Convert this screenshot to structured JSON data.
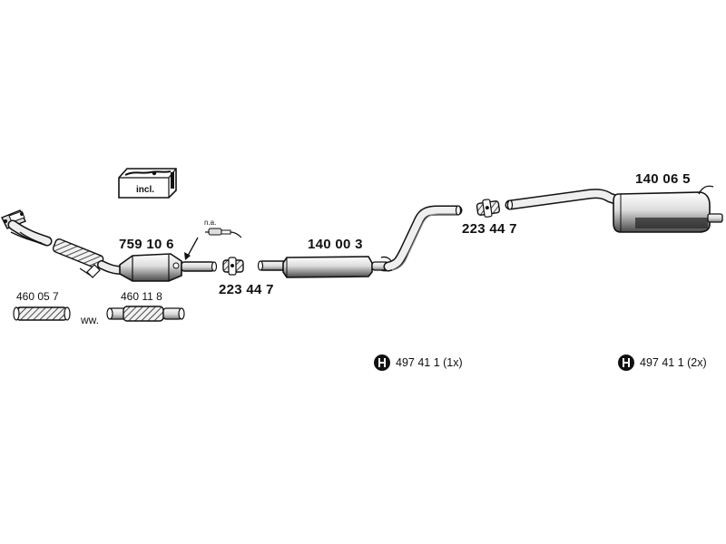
{
  "parts": {
    "catalytic_converter": "759 10 6",
    "incl": "incl.",
    "sensor_note": "n.a.",
    "clamp_front": "223 44 7",
    "middle_silencer": "140 00 3",
    "clamp_rear": "223 44 7",
    "rear_silencer": "140 06 5",
    "flex_pipe_1": "460 05 7",
    "flex_pipe_2": "460 11 8",
    "alt_note": "ww."
  },
  "mounting": {
    "ref1": "497 41 1 (1x)",
    "ref2": "497 41 1 (2x)",
    "icon": "mounting-clamp-icon"
  },
  "colors": {
    "line": "#111111",
    "fill_light": "#e6e6e6",
    "fill_mid": "#9a9a9a"
  }
}
